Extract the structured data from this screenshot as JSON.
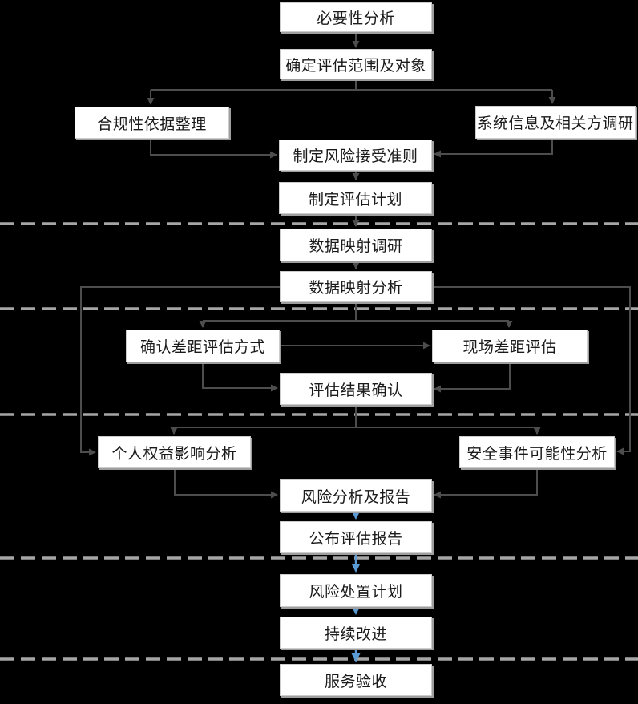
{
  "colors": {
    "background": "#000000",
    "node_fill": "#ffffff",
    "node_border": "#cccccc",
    "node_shadow": "#9e9e9e",
    "node_text": "#1a1a1a",
    "connector": "#4d4d4d",
    "connector_accent": "#5b9bd5",
    "phase_divider": "#a6a6a6"
  },
  "nodes": [
    {
      "id": "necessity-analysis",
      "label": "必要性分析"
    },
    {
      "id": "define-scope-and-objects",
      "label": "确定评估范围及对象"
    },
    {
      "id": "compliance-basis-collation",
      "label": "合规性依据整理"
    },
    {
      "id": "system-info-stakeholder-survey",
      "label": "系统信息及相关方调研"
    },
    {
      "id": "risk-acceptance-criteria",
      "label": "制定风险接受准则"
    },
    {
      "id": "assessment-plan",
      "label": "制定评估计划"
    },
    {
      "id": "data-mapping-survey",
      "label": "数据映射调研"
    },
    {
      "id": "data-mapping-analysis",
      "label": "数据映射分析"
    },
    {
      "id": "gap-assessment-method",
      "label": "确认差距评估方式"
    },
    {
      "id": "onsite-gap-assessment",
      "label": "现场差距评估"
    },
    {
      "id": "assessment-result-confirmation",
      "label": "评估结果确认"
    },
    {
      "id": "personal-rights-impact-analysis",
      "label": "个人权益影响分析"
    },
    {
      "id": "incident-likelihood-analysis",
      "label": "安全事件可能性分析"
    },
    {
      "id": "risk-analysis-and-report",
      "label": "风险分析及报告"
    },
    {
      "id": "publish-assessment-report",
      "label": "公布评估报告"
    },
    {
      "id": "risk-treatment-plan",
      "label": "风险处置计划"
    },
    {
      "id": "continuous-improvement",
      "label": "持续改进"
    },
    {
      "id": "service-acceptance",
      "label": "服务验收"
    }
  ],
  "edges": [
    {
      "from": "necessity-analysis",
      "to": "define-scope-and-objects",
      "style": "gray"
    },
    {
      "from": "define-scope-and-objects",
      "to": "compliance-basis-collation",
      "style": "gray"
    },
    {
      "from": "define-scope-and-objects",
      "to": "system-info-stakeholder-survey",
      "style": "gray"
    },
    {
      "from": "compliance-basis-collation",
      "to": "risk-acceptance-criteria",
      "style": "gray"
    },
    {
      "from": "system-info-stakeholder-survey",
      "to": "risk-acceptance-criteria",
      "style": "gray"
    },
    {
      "from": "risk-acceptance-criteria",
      "to": "assessment-plan",
      "style": "gray"
    },
    {
      "from": "assessment-plan",
      "to": "data-mapping-survey",
      "style": "gray"
    },
    {
      "from": "data-mapping-survey",
      "to": "data-mapping-analysis",
      "style": "gray"
    },
    {
      "from": "data-mapping-analysis",
      "to": "gap-assessment-method",
      "style": "gray"
    },
    {
      "from": "data-mapping-analysis",
      "to": "onsite-gap-assessment",
      "style": "gray"
    },
    {
      "from": "data-mapping-analysis",
      "to": "personal-rights-impact-analysis",
      "style": "gray"
    },
    {
      "from": "data-mapping-analysis",
      "to": "incident-likelihood-analysis",
      "style": "gray"
    },
    {
      "from": "gap-assessment-method",
      "to": "onsite-gap-assessment",
      "style": "gray"
    },
    {
      "from": "gap-assessment-method",
      "to": "assessment-result-confirmation",
      "style": "gray"
    },
    {
      "from": "onsite-gap-assessment",
      "to": "assessment-result-confirmation",
      "style": "gray"
    },
    {
      "from": "assessment-result-confirmation",
      "to": "personal-rights-impact-analysis",
      "style": "gray"
    },
    {
      "from": "assessment-result-confirmation",
      "to": "incident-likelihood-analysis",
      "style": "gray"
    },
    {
      "from": "personal-rights-impact-analysis",
      "to": "risk-analysis-and-report",
      "style": "gray"
    },
    {
      "from": "incident-likelihood-analysis",
      "to": "risk-analysis-and-report",
      "style": "gray"
    },
    {
      "from": "risk-analysis-and-report",
      "to": "publish-assessment-report",
      "style": "blue"
    },
    {
      "from": "publish-assessment-report",
      "to": "risk-treatment-plan",
      "style": "blue"
    },
    {
      "from": "risk-treatment-plan",
      "to": "continuous-improvement",
      "style": "blue"
    },
    {
      "from": "continuous-improvement",
      "to": "service-acceptance",
      "style": "blue"
    }
  ]
}
